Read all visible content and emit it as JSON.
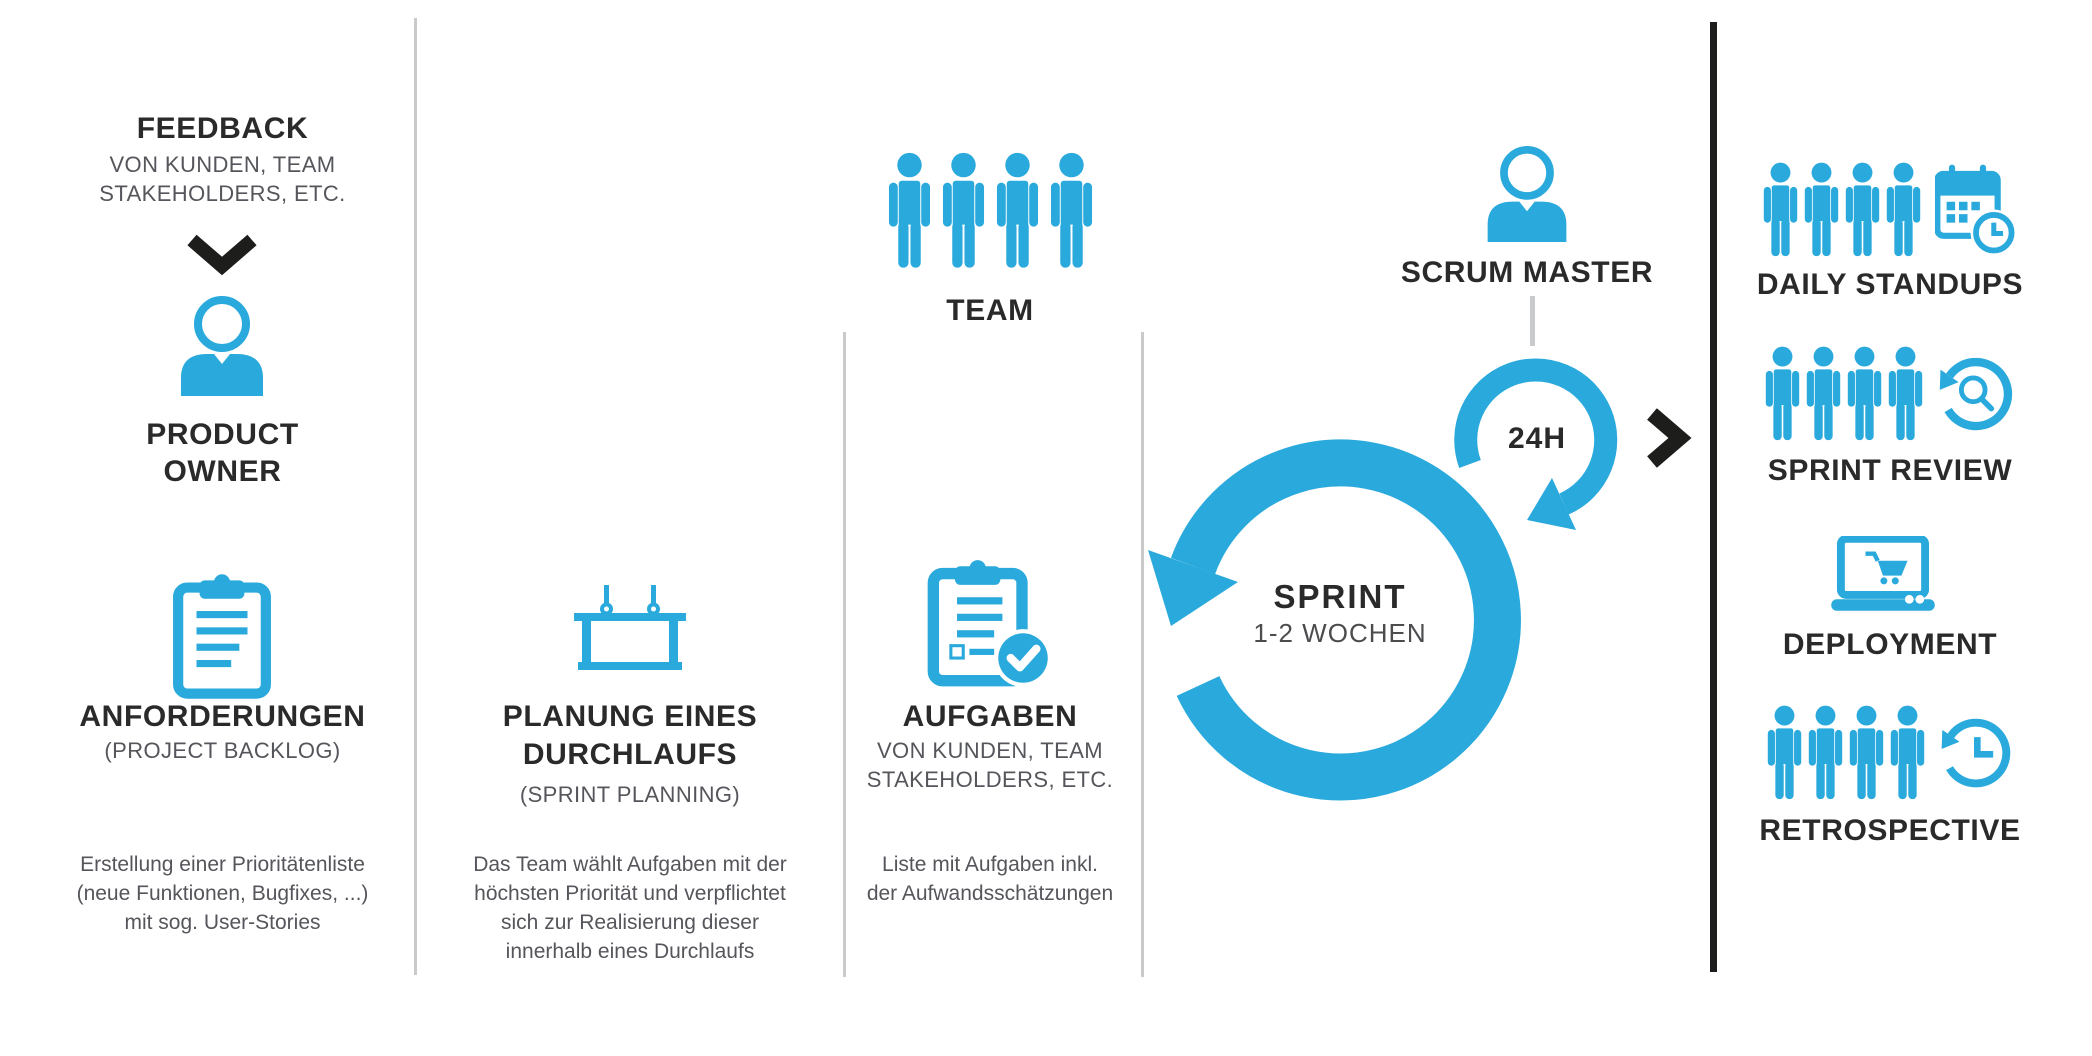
{
  "palette": {
    "accent_blue": "#29A9DC",
    "title_ink": "#2A2A2A",
    "text_gray": "#55565B",
    "divider_gray": "#C9CACB",
    "divider_black": "#1D1D1B"
  },
  "feedback_col": {
    "title": "FEEDBACK",
    "subtitle": [
      "VON KUNDEN, TEAM",
      "STAKEHOLDERS, ETC."
    ],
    "role": [
      "PRODUCT",
      "OWNER"
    ],
    "artifact_title": "ANFORDERUNGEN",
    "artifact_subtitle": "(PROJECT BACKLOG)",
    "note": [
      "Erstellung einer Prioritätenliste",
      "(neue Funktionen, Bugfixes, ...)",
      "mit sog. User-Stories"
    ]
  },
  "planning_col": {
    "title": [
      "PLANUNG EINES",
      "DURCHLAUFS"
    ],
    "subtitle": "(SPRINT PLANNING)",
    "note": [
      "Das Team wählt Aufgaben mit der",
      "höchsten Priorität und verpflichtet",
      "sich zur Realisierung dieser",
      "innerhalb eines Durchlaufs"
    ]
  },
  "team_col": {
    "team_label": "TEAM",
    "artifact_title": "AUFGABEN",
    "artifact_subtitle": [
      "VON KUNDEN, TEAM",
      "STAKEHOLDERS, ETC."
    ],
    "note": [
      "Liste mit Aufgaben inkl.",
      "der Aufwandsschätzungen"
    ]
  },
  "sprint_cycle": {
    "master_label": "SCRUM MASTER",
    "daily_loop_label": "24H",
    "sprint_label": "SPRINT",
    "sprint_duration": "1-2 WOCHEN"
  },
  "ceremonies": {
    "items": [
      {
        "label": "DAILY STANDUPS",
        "icon": "calendar-clock-icon"
      },
      {
        "label": "SPRINT REVIEW",
        "icon": "rotate-search-icon"
      },
      {
        "label": "DEPLOYMENT",
        "icon": "laptop-cart-icon"
      },
      {
        "label": "RETROSPECTIVE",
        "icon": "clock-history-icon"
      }
    ]
  }
}
